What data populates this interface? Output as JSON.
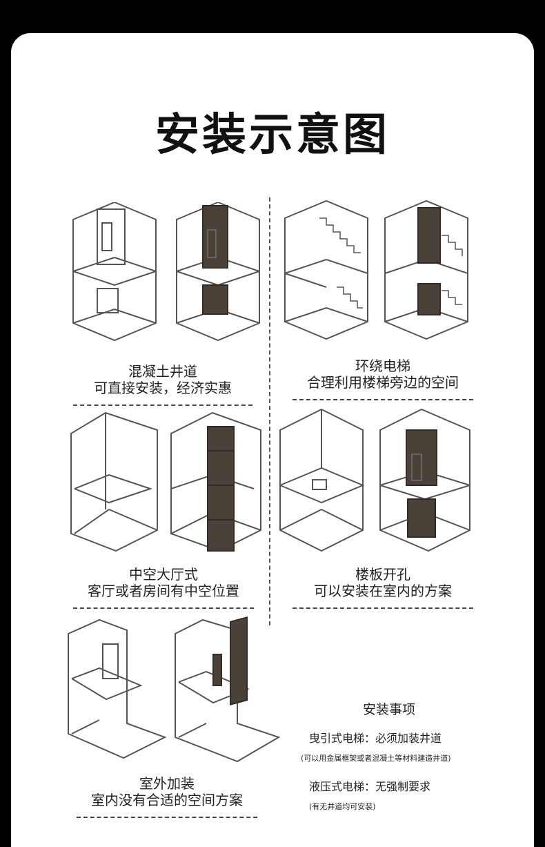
{
  "title": "安装示意图",
  "options": [
    {
      "name": "混凝土井道",
      "desc": "可直接安装，经济实惠"
    },
    {
      "name": "环绕电梯",
      "desc": "合理利用楼梯旁边的空间"
    },
    {
      "name": "中空大厅式",
      "desc": "客厅或者房间有中空位置"
    },
    {
      "name": "楼板开孔",
      "desc": "可以安装在室内的方案"
    },
    {
      "name": "室外加装",
      "desc": "室内没有合适的空间方案"
    }
  ],
  "notes": {
    "heading": "安装事项",
    "traction": "曳引式电梯：必须加装井道",
    "traction_note": "(可以用金属框架或者混凝土等材料建造井道)",
    "hydraulic": "液压式电梯：无强制要求",
    "hydraulic_note": "(有无井道均可安装)"
  },
  "colors": {
    "line": "#555555",
    "elevator": "#4a4139",
    "elevator_dark": "#322b25"
  }
}
